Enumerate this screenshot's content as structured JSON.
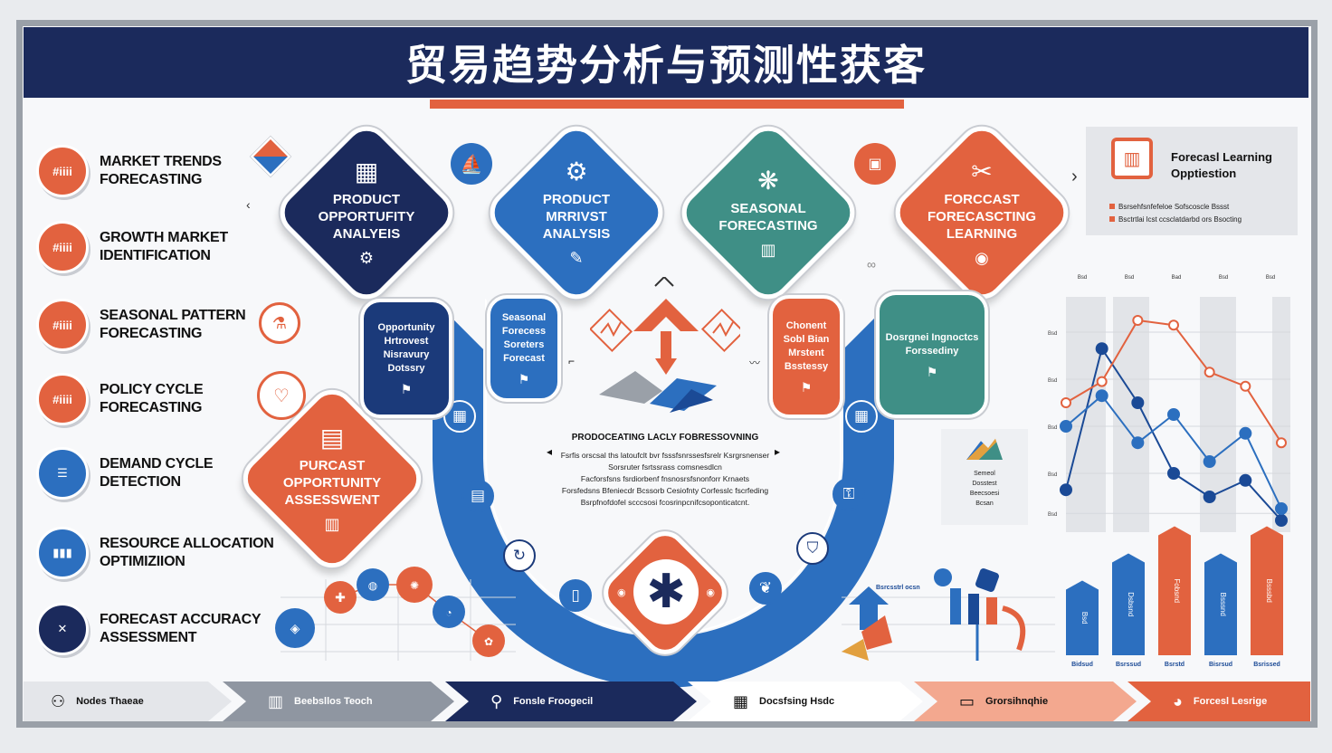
{
  "title": "贸易趋势分析与预测性获客",
  "left_items": [
    {
      "label": "MARKET TRENDS FORECASTING",
      "icon": "chart-icon",
      "color": "#e2623f",
      "glyph": "#iiii"
    },
    {
      "label": "GROWTH MARKET IDENTIFICATION",
      "icon": "chart-icon",
      "color": "#e2623f",
      "glyph": "#iiii"
    },
    {
      "label": "SEASONAL PATTERN FORECASTING",
      "icon": "chart-icon",
      "color": "#e2623f",
      "glyph": "#iiii"
    },
    {
      "label": "POLICY CYCLE FORECASTING",
      "icon": "chart-icon",
      "color": "#e2623f",
      "glyph": "#iiii"
    },
    {
      "label": "DEMAND CYCLE DETECTION",
      "icon": "list-icon",
      "color": "#2c6fbf",
      "glyph": "☰"
    },
    {
      "label": "RESOURCE ALLOCATION OPTIMIZIION",
      "icon": "bar-chart-icon",
      "color": "#2c6fbf",
      "glyph": "▮▮▮"
    },
    {
      "label": "FORECAST ACCURACY ASSESSMENT",
      "icon": "target-icon",
      "color": "#1b2a5c",
      "glyph": "✕"
    }
  ],
  "diamonds": [
    {
      "label": "PRODUCT OPPORTUFITY ANALYEIS",
      "color": "#1b2a5c"
    },
    {
      "label": "PRODUCT MRRIVST ANALYSIS",
      "color": "#2c6fbf"
    },
    {
      "label": "SEASONAL FORECASTING",
      "color": "#3f8f86"
    },
    {
      "label": "FORCCAST FORECASCTING LEARNING",
      "color": "#e2623f"
    },
    {
      "label": "PURCAST OPPORTUNITY ASSESSWENT",
      "color": "#e2623f"
    }
  ],
  "small_boxes": [
    {
      "label": "Opportunity Hrtrovest Nisravury Dotssry",
      "color": "#1b3a7a"
    },
    {
      "label": "Seasonal Forecess Soreters Forecast",
      "color": "#2c6fbf"
    },
    {
      "label": "Chonent Sobl Bian Mrstent Bsstessy",
      "color": "#e2623f"
    },
    {
      "label": "Dosrgnei Ingnoctcs Forssediny",
      "color": "#3f8f86"
    }
  ],
  "center": {
    "title": "PRODOCEATING LACLY FOBRESSOVNING",
    "lines": [
      "Fsrfis orscsal ths latoufclt bvr fsssfsnrssesfsrelr Ksrgrsnenser",
      "Sorsruter fsrtssrass comsnesdlcn",
      "Facforsfsns fsrdiorbenf fnsnosrsfsnonforr Krnaets",
      "Forsfedsns Bfeniecdr Bcssorb Cesiofnty Corfesslc fscrfeding",
      "Bsrpfnofdofel scccsosi fcosrinpcnifcsoponticatcnt."
    ]
  },
  "legend": {
    "title_line1": "Forecasl Learning",
    "title_line2": "Opptiestion",
    "rows": [
      "Bsrsehfsnfefeloe Sofscoscle Bssst",
      "Bsctrtlai lcst ccsclatdarbd ors Bsocting"
    ]
  },
  "side_card": [
    "Semeol",
    "Dosstest",
    "Beecsoesi",
    "Bcsan"
  ],
  "top_series_labels": [
    "Bsd",
    "Bsd",
    "Bad",
    "Bsd",
    "Bsd"
  ],
  "bar_labels": [
    "Bidsud",
    "Bsrssud",
    "Bsrstd",
    "Bisrsud",
    "Bsrissed"
  ],
  "bar_values": [
    0.55,
    0.75,
    0.95,
    0.75,
    0.95
  ],
  "bar_inner": [
    "Bsd",
    "Dsbsnd",
    "Fobsnd",
    "Bsssnd",
    "Bsssbd"
  ],
  "mini_chart_label": "Bsrcsstrl ocsn",
  "line_series": [
    {
      "name": "blue",
      "color": "#1b4a96",
      "values": [
        0.18,
        0.78,
        0.55,
        0.25,
        0.15,
        0.22,
        0.05
      ]
    },
    {
      "name": "blue2",
      "color": "#2c6fbf",
      "values": [
        0.45,
        0.58,
        0.38,
        0.5,
        0.3,
        0.42,
        0.1
      ]
    },
    {
      "name": "orange",
      "color": "#e2623f",
      "values": [
        0.55,
        0.64,
        0.9,
        0.88,
        0.68,
        0.62,
        0.38
      ]
    }
  ],
  "bottom_steps": [
    {
      "label": "Nodes Thaeae",
      "icon": "people-icon",
      "bg": "#e4e6ea",
      "fg": "#111111"
    },
    {
      "label": "Beebsllos Teoch",
      "icon": "columns-icon",
      "bg": "#8f96a1",
      "fg": "#ffffff"
    },
    {
      "label": "Fonsle Froogecil",
      "icon": "person-icon",
      "bg": "#1b2a5c",
      "fg": "#ffffff"
    },
    {
      "label": "Docsfsing Hsdc",
      "icon": "building-icon",
      "bg": "#ffffff",
      "fg": "#111111"
    },
    {
      "label": "Grorsihnqhie",
      "icon": "tray-icon",
      "bg": "#f3a88f",
      "fg": "#111111"
    },
    {
      "label": "Forcesl Lesrige",
      "icon": "user-icon",
      "bg": "#e2623f",
      "fg": "#ffffff"
    }
  ],
  "colors": {
    "navy": "#1b2a5c",
    "blue": "#2c6fbf",
    "orange": "#e2623f",
    "teal": "#3f8f86",
    "gray": "#9aa0a8"
  }
}
